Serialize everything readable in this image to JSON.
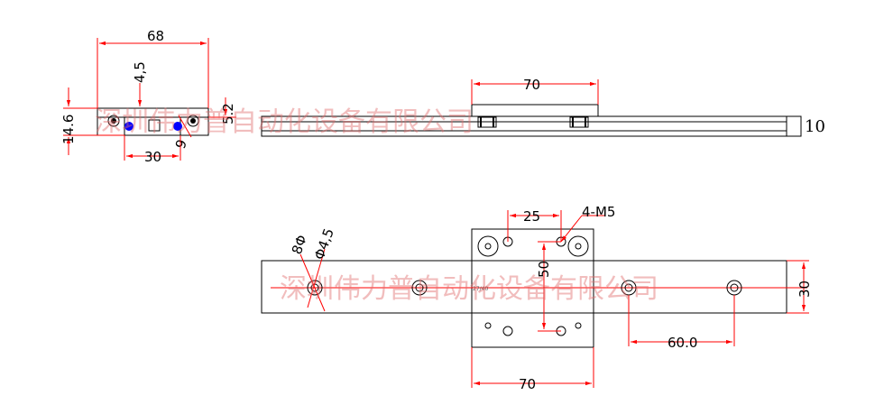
{
  "dimensions": {
    "front_width": "68",
    "front_height": "14.6",
    "front_hole": "4,5",
    "front_top_offset": "5.2",
    "front_center": "30",
    "front_diag": "9",
    "side_length": "70",
    "side_height": "10",
    "top_spacing": "25",
    "thread_callout": "4-M5",
    "top_vertical": "50",
    "counterbore_outer": "8Φ",
    "counterbore_inner": "Φ4,5",
    "rail_pitch": "60.0",
    "rail_width": "30",
    "top_length": "70"
  },
  "watermark": {
    "line1": "深圳伟力普自动化设备有限公司",
    "line2": "深圳伟力普自动化设备有限公司"
  },
  "colors": {
    "line": "#000000",
    "dimension": "#ff0000",
    "marker": "#0000ff",
    "watermark": "#e06c6c"
  }
}
